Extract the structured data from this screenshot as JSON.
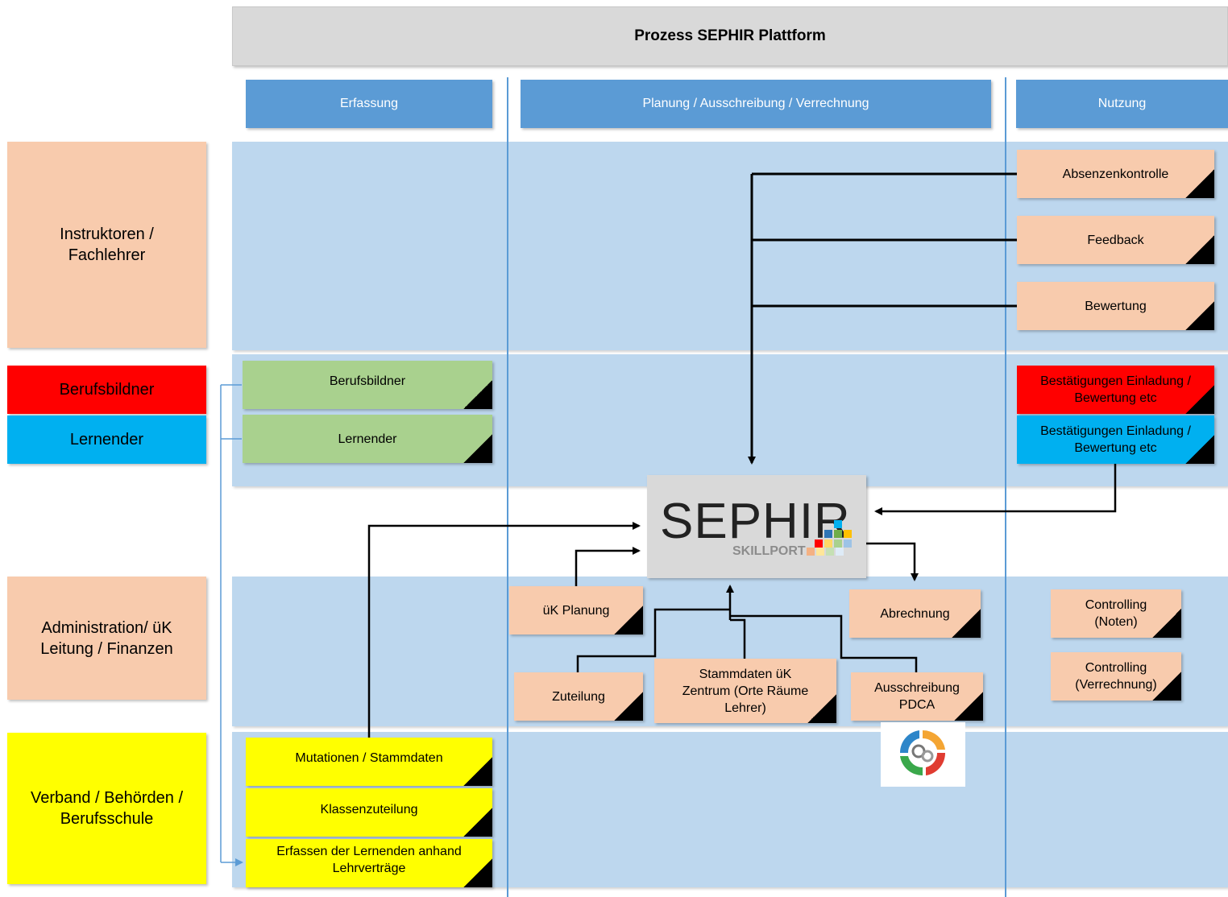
{
  "title": "Prozess SEPHIR Plattform",
  "columns": {
    "erfassung": "Erfassung",
    "planung": "Planung / Ausschreibung / Verrechnung",
    "nutzung": "Nutzung"
  },
  "roles": {
    "instruktoren": "Instruktoren / Fachlehrer",
    "berufsbildner": "Berufsbildner",
    "lernender": "Lernender",
    "administration": "Administration/ üK Leitung / Finanzen",
    "verband": "Verband / Behörden / Berufsschule"
  },
  "boxes": {
    "absenzenkontrolle": "Absenzenkontrolle",
    "feedback": "Feedback",
    "bewertung": "Bewertung",
    "bestaetigungen_red": "Bestätigungen Einladung / Bewertung etc",
    "bestaetigungen_cyan": "Bestätigungen Einladung / Bewertung etc",
    "berufsbildner": "Berufsbildner",
    "lernender": "Lernender",
    "uk_planung": "üK Planung",
    "abrechnung": "Abrechnung",
    "zuteilung": "Zuteilung",
    "stammdaten": "Stammdaten üK Zentrum (Orte Räume Lehrer)",
    "ausschreibung": "Ausschreibung PDCA",
    "controlling_noten": "Controlling (Noten)",
    "controlling_verrechnung": "Controlling (Verrechnung)",
    "mutationen": "Mutationen / Stammdaten",
    "klassenzuteilung": "Klassenzuteilung",
    "erfassen": "Erfassen der Lernenden anhand Lehrverträge"
  },
  "logo": {
    "word": "SEPHIR",
    "sub": "SKILLPORT"
  },
  "colors": {
    "header_blue": "#5b9bd5",
    "lane_blue": "#bdd7ee",
    "peach": "#f8cbad",
    "green": "#a9d18e",
    "yellow": "#ffff00",
    "red": "#ff0000",
    "cyan": "#00b0f0",
    "title_gray": "#d9d9d9"
  }
}
